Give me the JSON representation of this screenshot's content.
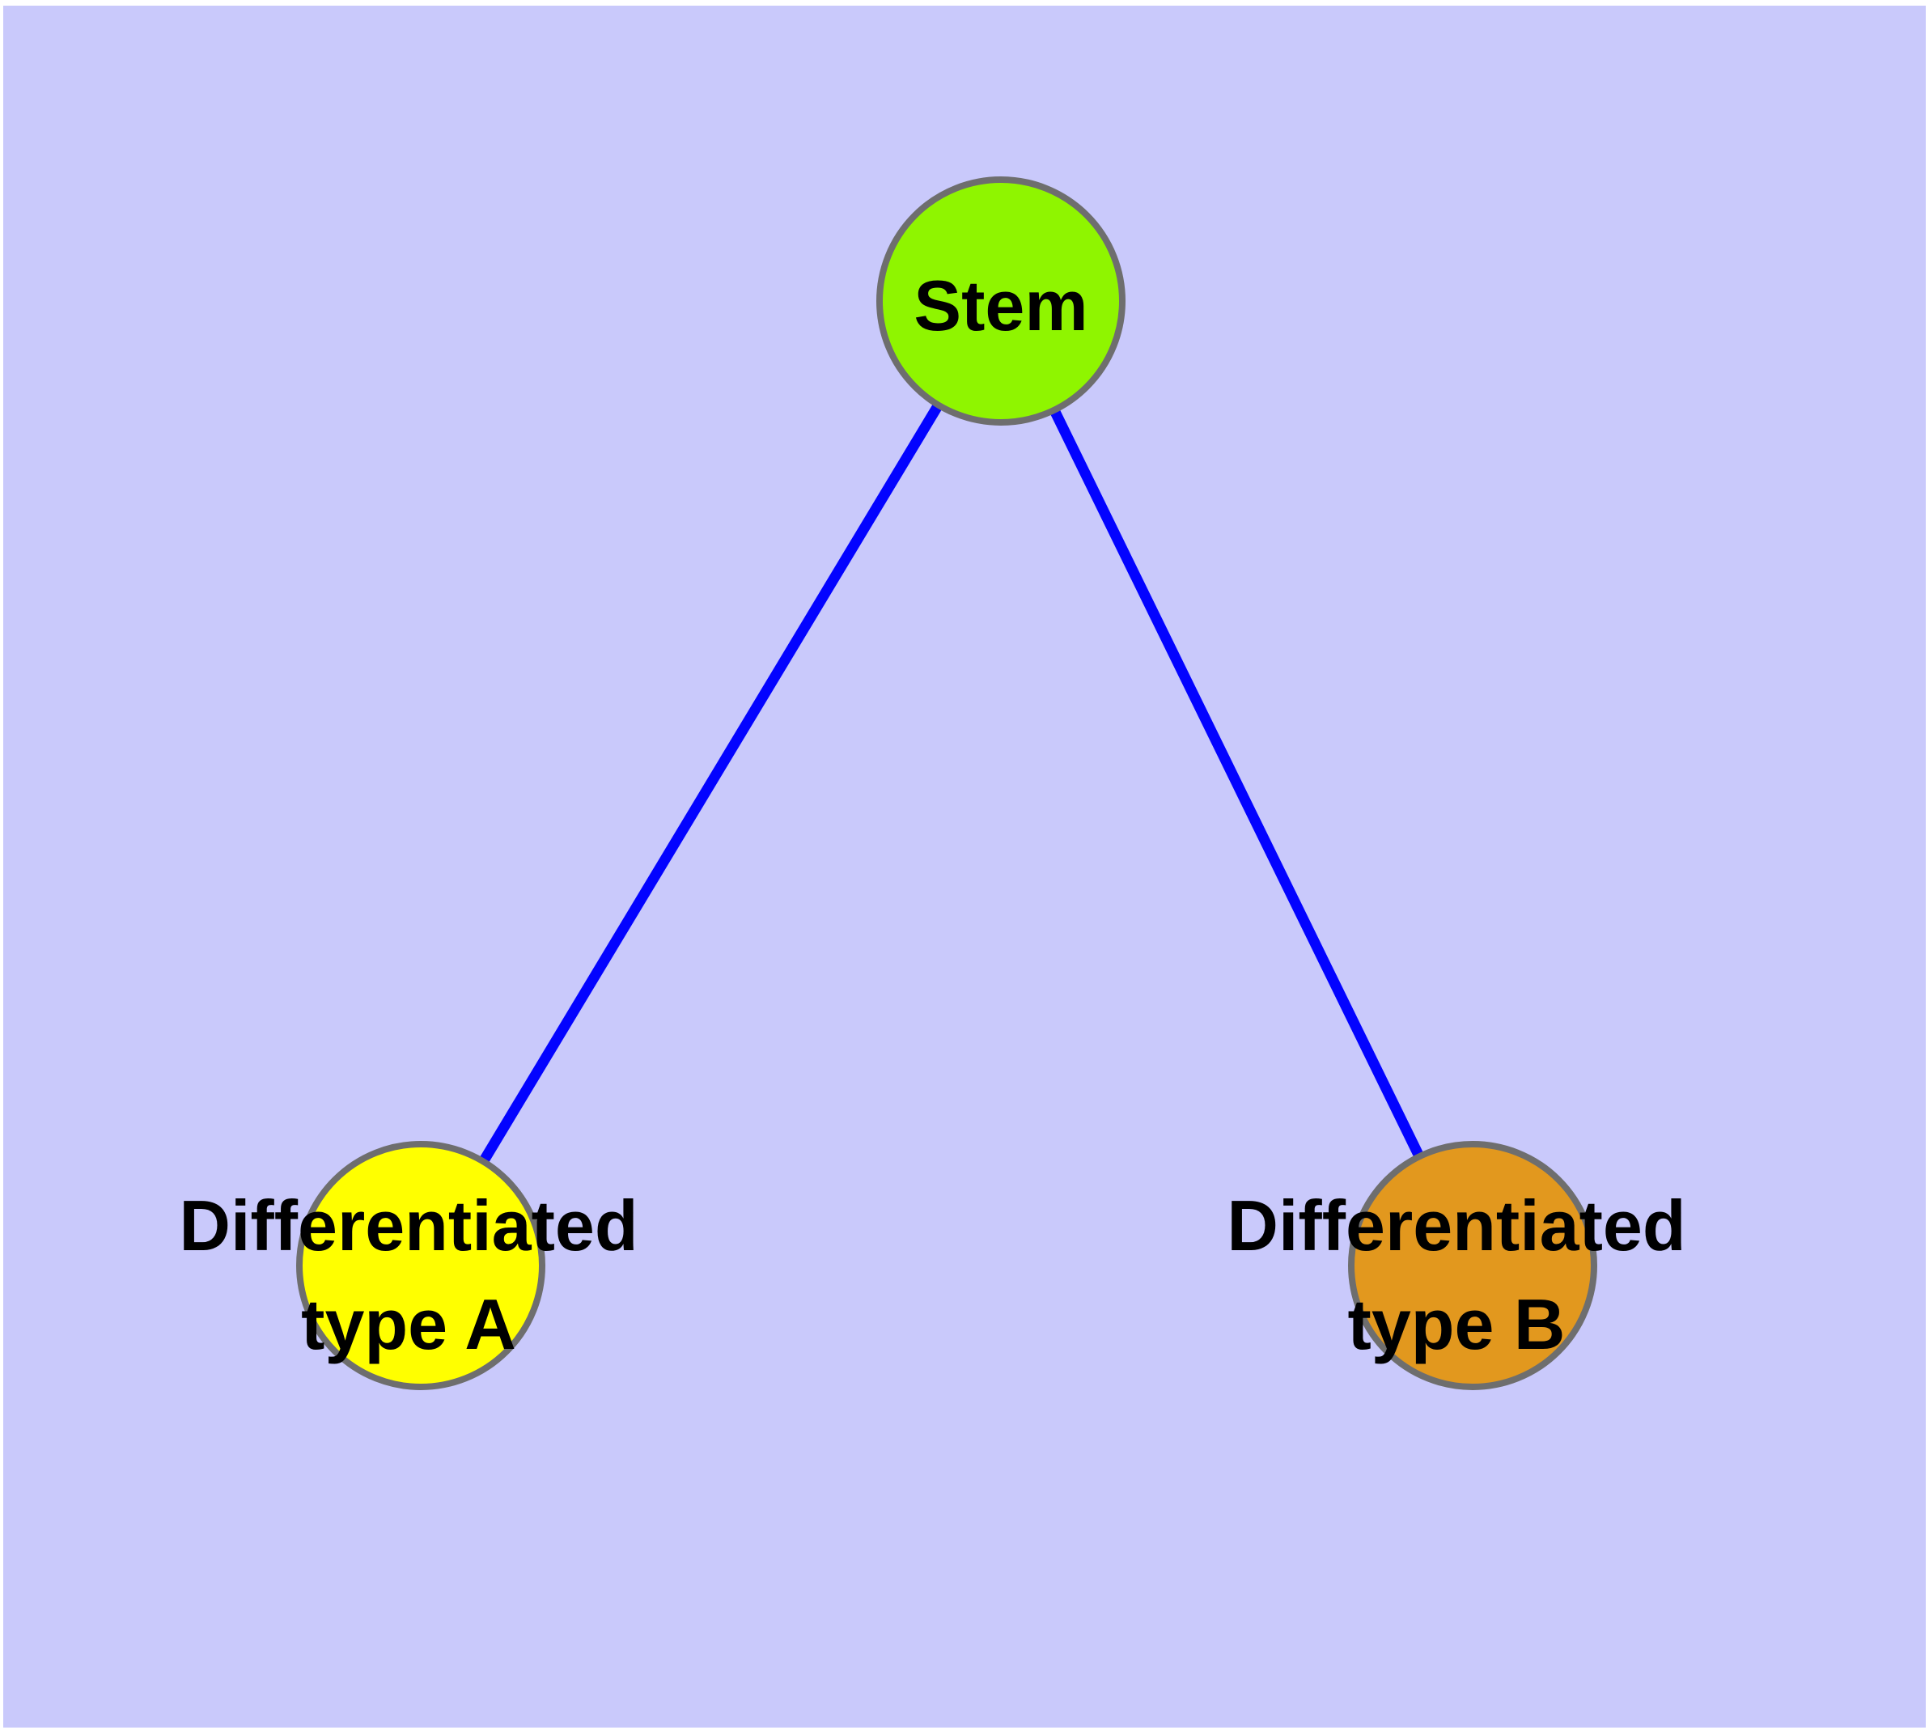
{
  "figure": {
    "type": "node-link-diagram",
    "background_color": "#C9C9FB",
    "margin_color": "#FFFFFF",
    "edge_color": "#0303FF",
    "node_border_color": "#6E6E6E",
    "label_color": "#000000",
    "nodes": {
      "stem": {
        "label": "Stem",
        "fill": "#8FF500"
      },
      "type_a": {
        "label": "Differentiated type A",
        "line1": "Differentiated",
        "line2": "type A",
        "fill": "#FFFF00"
      },
      "type_b": {
        "label": "Differentiated type B",
        "line1": "Differentiated",
        "line2": "type B",
        "fill": "#E2981E"
      }
    },
    "edges": [
      {
        "from": "Stem",
        "to": "Differentiated type A"
      },
      {
        "from": "Stem",
        "to": "Differentiated type B"
      }
    ]
  }
}
